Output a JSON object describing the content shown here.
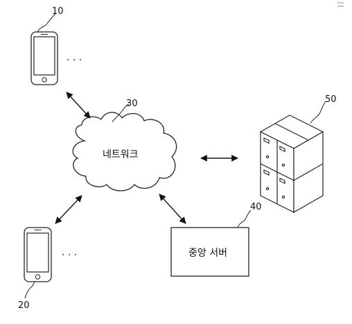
{
  "refs": {
    "phone_top": "10",
    "phone_bottom": "20",
    "network": "30",
    "central_server": "40",
    "storage": "50"
  },
  "network_label": "네트워크",
  "server_label": "중앙 서버",
  "ellipsis_top": "· · ·",
  "ellipsis_bottom": "· · ·"
}
